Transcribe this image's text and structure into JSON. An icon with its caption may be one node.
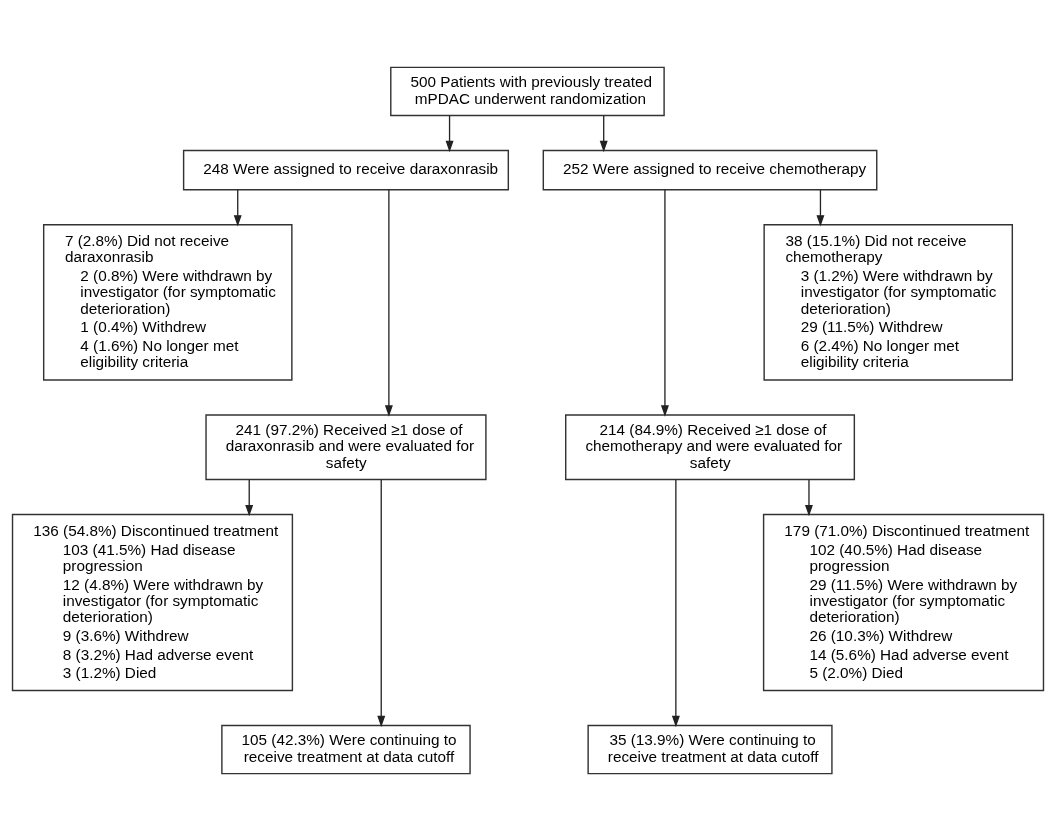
{
  "diagram": {
    "nodes": [
      {
        "text": [
          "500 Patients with previously treated mPDAC underwent randomization"
        ]
      },
      {
        "text": [
          "248 Were assigned to receive daraxonrasib"
        ]
      },
      {
        "text": [
          "252 Were assigned to receive chemotherapy"
        ]
      },
      {
        "text": [
          "7 (2.8%) Did not receive daraxonrasib",
          "2 (0.8%) Were withdrawn by investigator (for symptomatic deterioration)",
          "1 (0.4%) Withdrew",
          "4 (1.6%) No longer met eligibility criteria"
        ]
      },
      {
        "text": [
          "38 (15.1%) Did not receive chemotherapy",
          "3 (1.2%) Were withdrawn by investigator (for symptomatic deterioration)",
          "29 (11.5%) Withdrew",
          "6 (2.4%) No longer met eligibility criteria"
        ]
      },
      {
        "text": [
          "241 (97.2%) Received ≥1 dose of daraxonrasib and were evaluated for safety"
        ]
      },
      {
        "text": [
          "214 (84.9%) Received ≥1 dose of chemotherapy and were evaluated for safety"
        ]
      },
      {
        "text": [
          "136 (54.8%) Discontinued treatment",
          "103 (41.5%) Had disease progression",
          "12 (4.8%) Were withdrawn by investigator (for symptomatic deterioration)",
          "9 (3.6%) Withdrew",
          "8 (3.2%) Had adverse event",
          "3 (1.2%) Died"
        ]
      },
      {
        "text": [
          "179 (71.0%) Discontinued treatment",
          "102 (40.5%) Had disease progression",
          "29 (11.5%) Were withdrawn by investigator (for symptomatic deterioration)",
          "26 (10.3%) Withdrew",
          "14 (5.6%) Had adverse event",
          "5 (2.0%) Died"
        ]
      },
      {
        "text": [
          "105 (42.3%) Were continuing to receive treatment at data cutoff"
        ]
      },
      {
        "text": [
          "35 (13.9%) Were continuing to receive treatment at data cutoff"
        ]
      }
    ],
    "edges": [
      {
        "from": 0,
        "to": 1,
        "arrow": "to"
      },
      {
        "from": 0,
        "to": 2,
        "arrow": "to"
      },
      {
        "from": 1,
        "to": 3,
        "arrow": "to"
      },
      {
        "from": 1,
        "to": 5,
        "arrow": "to"
      },
      {
        "from": 2,
        "to": 6,
        "arrow": "to"
      },
      {
        "from": 2,
        "to": 4,
        "arrow": "to"
      },
      {
        "from": 5,
        "to": 7,
        "arrow": "to"
      },
      {
        "from": 5,
        "to": 9,
        "arrow": "to"
      },
      {
        "from": 6,
        "to": 10,
        "arrow": "to"
      },
      {
        "from": 6,
        "to": 8,
        "arrow": "to"
      }
    ]
  }
}
